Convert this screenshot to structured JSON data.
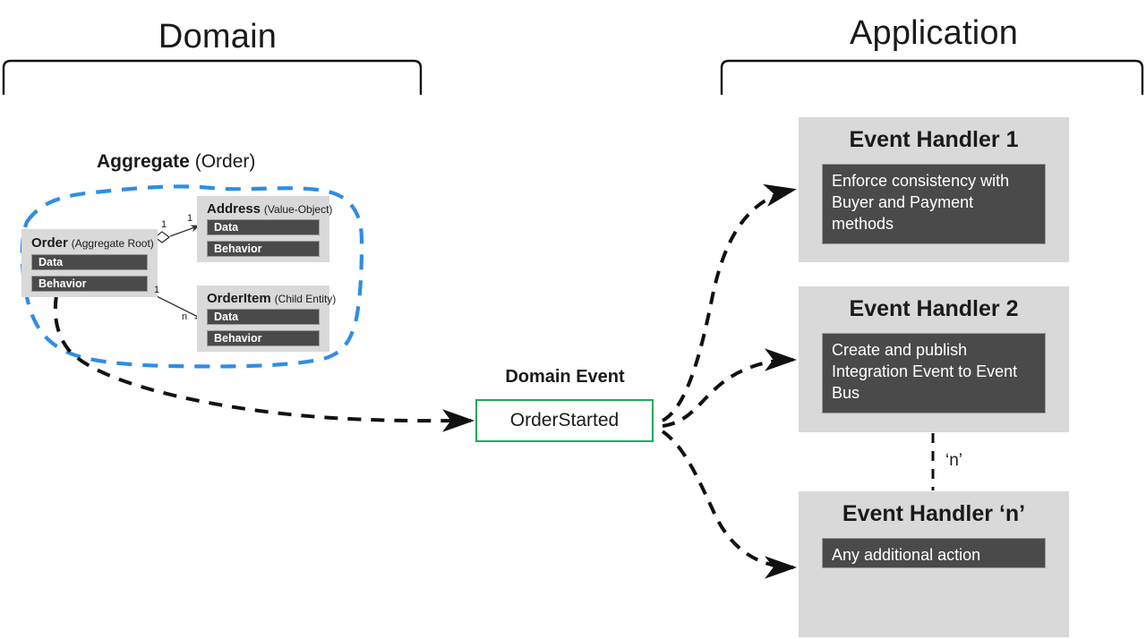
{
  "sections": [
    {
      "id": "domain",
      "title": "Domain"
    },
    {
      "id": "application",
      "title": "Application"
    }
  ],
  "aggregate": {
    "heading_name": "Aggregate",
    "heading_kind": "(Order)",
    "boundary_color": "#2f8de4",
    "entities": [
      {
        "name": "Order",
        "kind": "(Aggregate Root)",
        "members": [
          "Data",
          "Behavior"
        ]
      },
      {
        "name": "Address",
        "kind": "(Value-Object)",
        "members": [
          "Data",
          "Behavior"
        ]
      },
      {
        "name": "OrderItem",
        "kind": "(Child Entity)",
        "members": [
          "Data",
          "Behavior"
        ]
      }
    ],
    "relations": [
      {
        "from": "Order",
        "to": "Address",
        "source_mult": "1",
        "target_mult": "1"
      },
      {
        "from": "Order",
        "to": "OrderItem",
        "source_mult": "1",
        "target_mult": "n"
      }
    ]
  },
  "domain_event": {
    "title": "Domain Event",
    "name": "OrderStarted",
    "border_color": "#1faa55"
  },
  "handlers": [
    {
      "title": "Event Handler 1",
      "body": "Enforce consistency with Buyer and Payment methods"
    },
    {
      "title": "Event Handler 2",
      "body": "Create and publish Integration Event to Event Bus"
    },
    {
      "title": "Event Handler ‘n’",
      "body": "Any additional action"
    }
  ],
  "handler_repeat_label": "‘n’",
  "colors": {
    "panel_gray": "#d9d9d9",
    "member_dark": "#4a4a4a",
    "accent_blue": "#2f8de4",
    "accent_green": "#1faa55",
    "ink": "#1a1a1a"
  }
}
